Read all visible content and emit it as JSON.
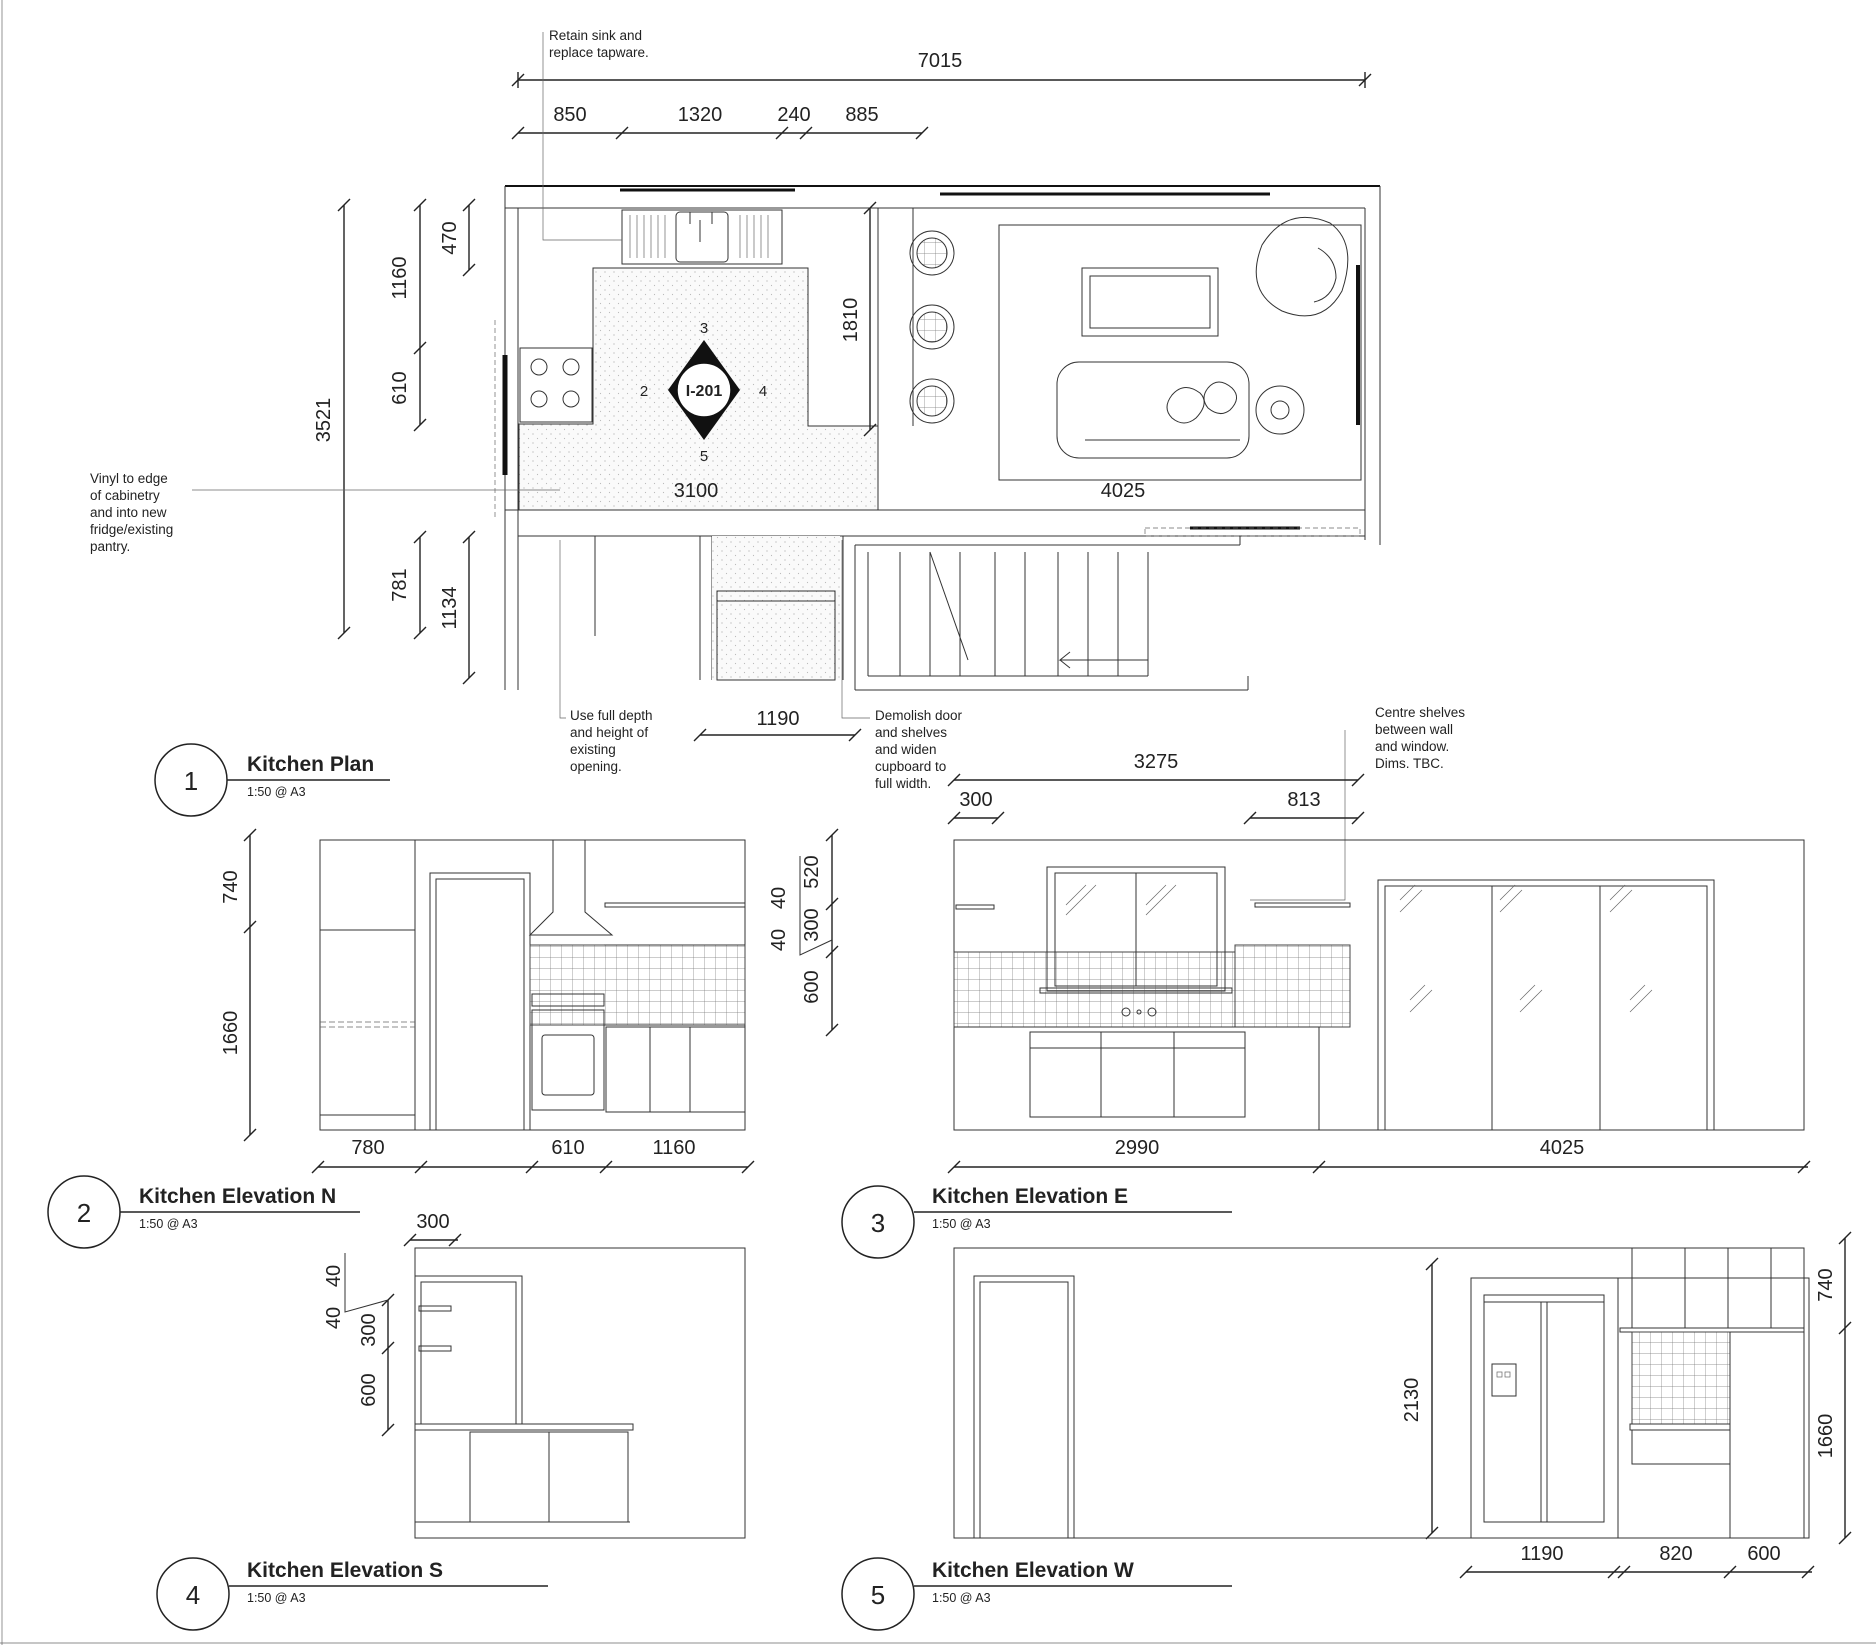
{
  "plan": {
    "dims": {
      "overall_width": "7015",
      "seg_850": "850",
      "seg_1320": "1320",
      "seg_240": "240",
      "seg_885": "885",
      "left_3521": "3521",
      "left_1160": "1160",
      "left_470": "470",
      "left_610": "610",
      "left_781": "781",
      "left_1134": "1134",
      "bench_1810": "1810",
      "room_3100": "3100",
      "room_4025": "4025",
      "pantry_1190": "1190"
    },
    "tag": {
      "id": "I-201",
      "top": "3",
      "left": "2",
      "right": "4",
      "bottom": "5"
    },
    "notes": {
      "sink": [
        "Retain sink and",
        "replace tapware."
      ],
      "vinyl": [
        "Vinyl to edge",
        "of cabinetry",
        "and into new",
        "fridge/existing",
        "pantry."
      ],
      "opening": [
        "Use full depth",
        "and height of",
        "existing",
        "opening."
      ],
      "demolish": [
        "Demolish door",
        "and shelves",
        "and widen",
        "cupboard to",
        "full width."
      ],
      "shelves": [
        "Centre shelves",
        "between wall",
        "and window.",
        "Dims. TBC."
      ]
    }
  },
  "views": [
    {
      "num": "1",
      "title": "Kitchen Plan",
      "scale": "1:50 @ A3"
    },
    {
      "num": "2",
      "title": "Kitchen Elevation N",
      "scale": "1:50 @ A3"
    },
    {
      "num": "3",
      "title": "Kitchen Elevation E",
      "scale": "1:50 @ A3"
    },
    {
      "num": "4",
      "title": "Kitchen Elevation S",
      "scale": "1:50 @ A3"
    },
    {
      "num": "5",
      "title": "Kitchen Elevation W",
      "scale": "1:50 @ A3"
    }
  ],
  "elev_n": {
    "h_740": "740",
    "h_1660": "1660",
    "w_780": "780",
    "w_610": "610",
    "w_1160": "1160",
    "s_40a": "40",
    "s_40b": "40",
    "s_520": "520",
    "s_300": "300",
    "s_600": "600"
  },
  "elev_e": {
    "w_3275": "3275",
    "w_300": "300",
    "w_813": "813",
    "w_2990": "2990",
    "w_4025": "4025"
  },
  "elev_s": {
    "w_300": "300",
    "s_40a": "40",
    "s_40b": "40",
    "s_300": "300",
    "s_600": "600"
  },
  "elev_w": {
    "h_2130": "2130",
    "h_740": "740",
    "h_1660": "1660",
    "w_1190": "1190",
    "w_820": "820",
    "w_600": "600"
  }
}
